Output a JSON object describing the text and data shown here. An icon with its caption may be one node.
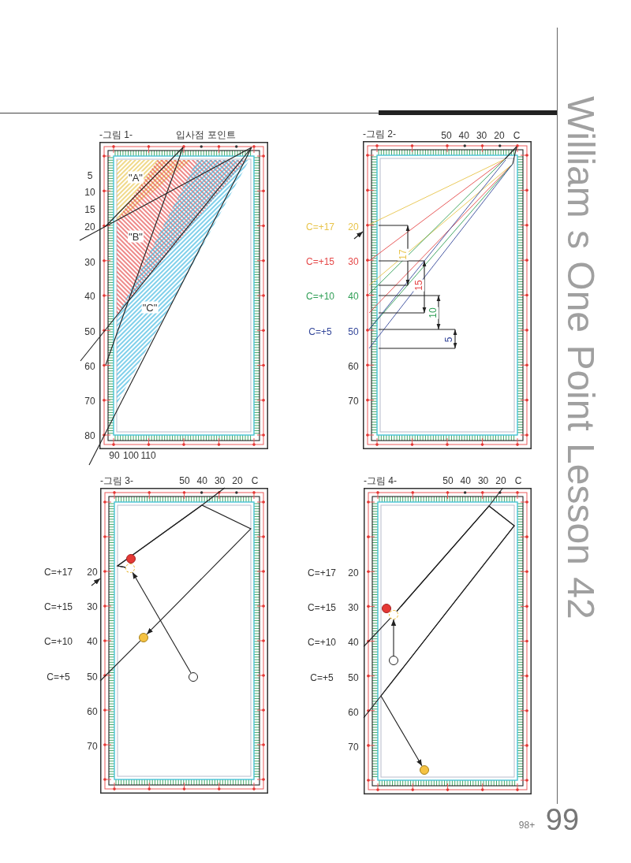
{
  "diagram": {
    "title": "William s One Point Lesson 42",
    "nodes": [
      {
        "text": [
          "-그림 1-",
          "입사점 포인트"
        ]
      },
      {
        "text": [
          "-그림 2-"
        ]
      },
      {
        "text": [
          "-그림 3-"
        ]
      },
      {
        "text": [],
        "shape": "circle",
        "in": 2
      },
      {
        "text": [],
        "shape": "circle",
        "in": 2
      },
      {
        "text": [],
        "shape": "circle",
        "in": 2
      },
      {
        "text": [],
        "shape": "circle",
        "in": 2
      },
      {
        "text": [
          "-그림 4-"
        ]
      },
      {
        "text": [],
        "shape": "circle",
        "in": 7
      },
      {
        "text": [],
        "shape": "circle",
        "in": 7
      },
      {
        "text": [],
        "shape": "circle",
        "in": 7
      },
      {
        "text": [],
        "shape": "circle",
        "in": 7
      }
    ],
    "edges": [
      {
        "from": null,
        "to": 1,
        "arrow": "to"
      },
      {
        "from": null,
        "to": 2,
        "arrow": "to"
      },
      {
        "from": 6,
        "to": 4,
        "arrow": "to"
      },
      {
        "from": 4,
        "to": 5,
        "arrow": "to"
      },
      {
        "from": 4,
        "to": 2,
        "arrow": "none"
      },
      {
        "from": 5,
        "to": 2,
        "arrow": "none"
      },
      {
        "from": 10,
        "to": 9,
        "arrow": "to"
      },
      {
        "from": 9,
        "to": 11,
        "arrow": "to"
      },
      {
        "from": 9,
        "to": 7,
        "arrow": "none"
      },
      {
        "from": 9,
        "to": 7,
        "arrow": "none"
      },
      {
        "from": 9,
        "to": 7,
        "arrow": "none"
      }
    ],
    "labels": [
      "\"A\"",
      "\"B\"",
      "\"C\"",
      "5",
      "10",
      "15",
      "20",
      "30",
      "40",
      "50",
      "60",
      "70",
      "80",
      "90",
      "100",
      "110",
      "50",
      "40",
      "30",
      "20",
      "C",
      "C=+17",
      "20",
      "C=+15",
      "30",
      "C=+10",
      "40",
      "C=+5",
      "50",
      "60",
      "70",
      "17",
      "15",
      "10",
      "5",
      "50",
      "40",
      "30",
      "20",
      "C",
      "C=+17",
      "20",
      "C=+15",
      "30",
      "C=+10",
      "40",
      "C=+5",
      "50",
      "60",
      "70",
      "50",
      "40",
      "30",
      "20",
      "C",
      "C=+17",
      "20",
      "C=+15",
      "30",
      "C=+10",
      "40",
      "C=+5",
      "50",
      "60",
      "70",
      "98+",
      "99"
    ]
  }
}
